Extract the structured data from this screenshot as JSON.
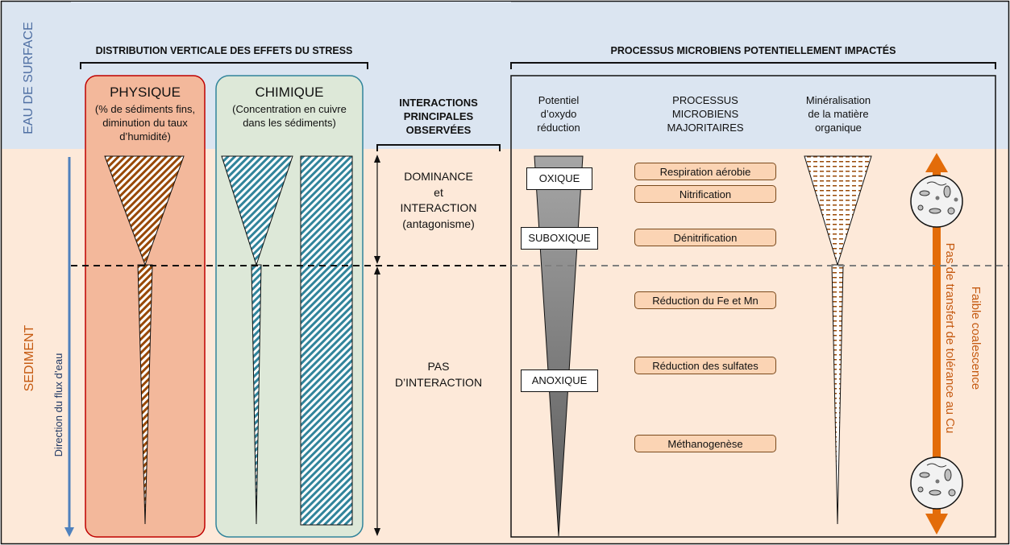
{
  "zones": {
    "surface_label": "EAU DE SURFACE",
    "sediment_label": "SEDIMENT",
    "flow_label": "Direction du flux d’eau"
  },
  "headers": {
    "distribution": "DISTRIBUTION VERTICALE DES EFFETS DU STRESS",
    "processes": "PROCESSUS MICROBIENS POTENTIELLEMENT IMPACTÉS"
  },
  "physique": {
    "title": "PHYSIQUE",
    "desc": "(% de sédiments fins, diminution du taux d’humidité)"
  },
  "chimique": {
    "title": "CHIMIQUE",
    "desc": "(Concentration en cuivre dans les sédiments)"
  },
  "interactions": {
    "title": "INTERACTIONS PRINCIPALES OBSERVÉES",
    "upper": "DOMINANCE\net\nINTERACTION\n(antagonisme)",
    "lower": "PAS\nD’INTERACTION"
  },
  "columns": {
    "redox": "Potentiel\nd’oxydo\nréduction",
    "processes": "PROCESSUS\nMICROBIENS\nMAJORITAIRES",
    "mineralisation": "Minéralisation\nde la matière\norganique"
  },
  "redox_zones": [
    "OXIQUE",
    "SUBOXIQUE",
    "ANOXIQUE"
  ],
  "processes": [
    "Respiration aérobie",
    "Nitrification",
    "Dénitrification",
    "Réduction du Fe et Mn",
    "Réduction des sulfates",
    "Méthanogenèse"
  ],
  "right_labels": {
    "coalescence": "Faible coalescence",
    "transfer": "Pas de transfert de tolérance au Cu"
  },
  "colors": {
    "surface": "#dbe5f1",
    "sediment": "#fde9d9",
    "physique_fill": "#f3b89b",
    "physique_border": "#c00000",
    "chimique_fill": "#dde8d8",
    "chimique_border": "#31849b",
    "brown_hatch": "#984806",
    "teal_hatch": "#31849b",
    "orange_arrow": "#e36c09",
    "flow_arrow": "#4f81bd",
    "process_fill": "#fbd4b4"
  }
}
